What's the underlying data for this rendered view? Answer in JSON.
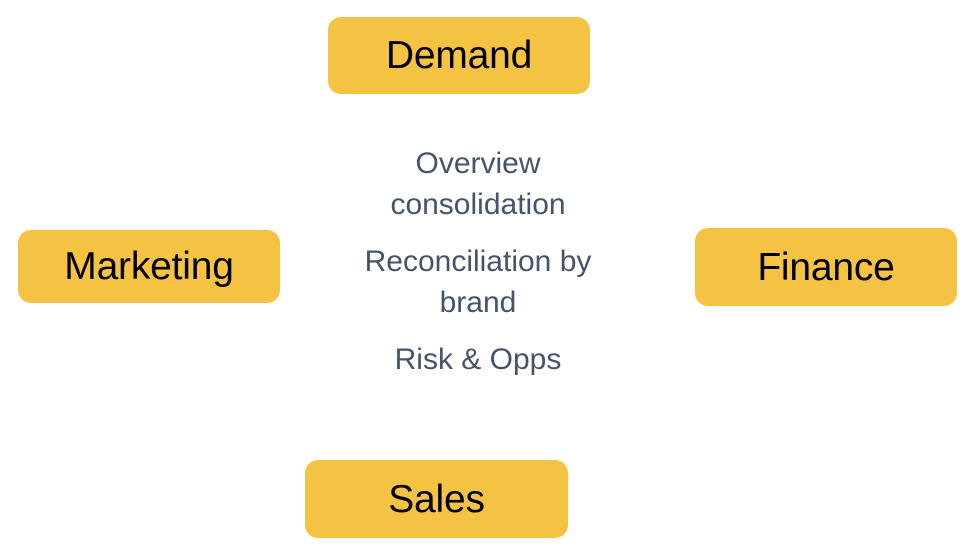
{
  "diagram": {
    "background_color": "#FFFFFF",
    "node_fill_color": "#F5C343",
    "node_label_color": "#000000",
    "center_text_color": "#44546A",
    "nodes": [
      {
        "id": "demand",
        "label": "Demand",
        "position": "top"
      },
      {
        "id": "marketing",
        "label": "Marketing",
        "position": "left"
      },
      {
        "id": "finance",
        "label": "Finance",
        "position": "right"
      },
      {
        "id": "sales",
        "label": "Sales",
        "position": "bottom"
      }
    ],
    "center": {
      "items": [
        {
          "text": "Overview consolidation"
        },
        {
          "text": "Reconciliation by brand"
        },
        {
          "text": "Risk & Opps"
        }
      ]
    }
  }
}
